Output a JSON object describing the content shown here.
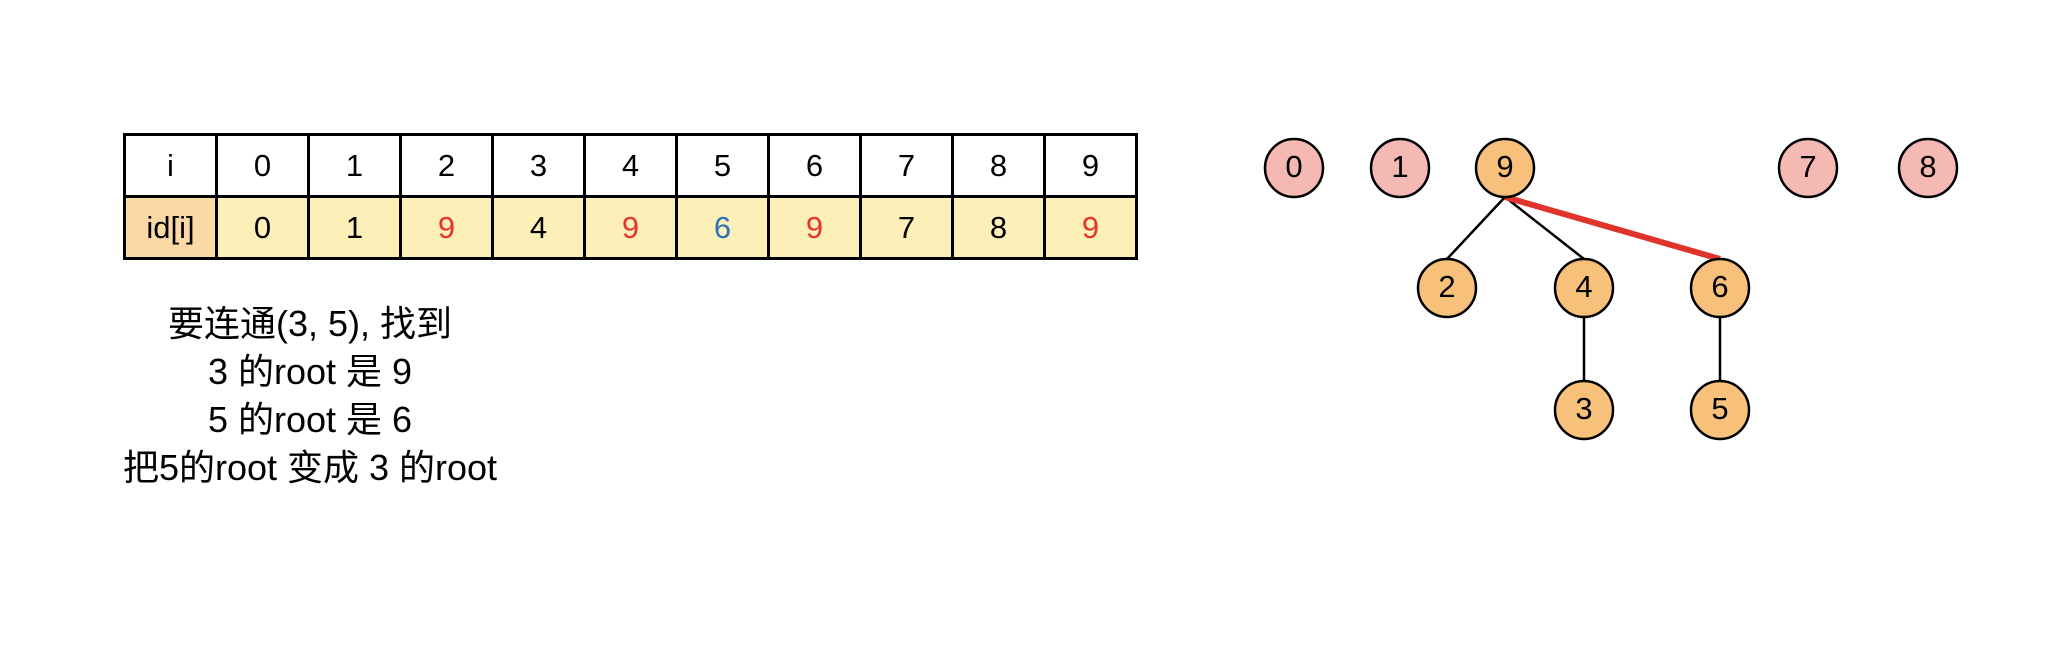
{
  "colors": {
    "changed": "#e8332b",
    "target": "#2e74b5",
    "default_text": "#000000",
    "root_node_fill": "#f4b9b2",
    "tree_node_fill": "#f7c07b",
    "union_edge": "#e0332b",
    "cell_fill": "#fdefb8",
    "header_cell_fill": "#fbd9a5"
  },
  "table": {
    "index_label": "i",
    "row_label": "id[i]",
    "indices": [
      "0",
      "1",
      "2",
      "3",
      "4",
      "5",
      "6",
      "7",
      "8",
      "9"
    ],
    "values": [
      {
        "text": "0",
        "state": "default"
      },
      {
        "text": "1",
        "state": "default"
      },
      {
        "text": "9",
        "state": "changed"
      },
      {
        "text": "4",
        "state": "default"
      },
      {
        "text": "9",
        "state": "changed"
      },
      {
        "text": "6",
        "state": "target"
      },
      {
        "text": "9",
        "state": "changed"
      },
      {
        "text": "7",
        "state": "default"
      },
      {
        "text": "8",
        "state": "default"
      },
      {
        "text": "9",
        "state": "changed"
      }
    ]
  },
  "notes": {
    "line1": "要连通(3, 5), 找到",
    "line2": "3 的root 是 9",
    "line3": "5 的root 是 6",
    "line4": "把5的root 变成 3 的root"
  },
  "graph": {
    "nodes": [
      {
        "label": "0",
        "kind": "root"
      },
      {
        "label": "1",
        "kind": "root"
      },
      {
        "label": "9",
        "kind": "tree"
      },
      {
        "label": "7",
        "kind": "root"
      },
      {
        "label": "8",
        "kind": "root"
      },
      {
        "label": "2",
        "kind": "tree"
      },
      {
        "label": "4",
        "kind": "tree"
      },
      {
        "label": "6",
        "kind": "tree"
      },
      {
        "label": "3",
        "kind": "tree"
      },
      {
        "label": "5",
        "kind": "tree"
      }
    ],
    "edges": [
      {
        "from": "9",
        "to": "2",
        "kind": "tree"
      },
      {
        "from": "9",
        "to": "4",
        "kind": "tree"
      },
      {
        "from": "9",
        "to": "6",
        "kind": "union"
      },
      {
        "from": "4",
        "to": "3",
        "kind": "tree"
      },
      {
        "from": "6",
        "to": "5",
        "kind": "tree"
      }
    ]
  }
}
